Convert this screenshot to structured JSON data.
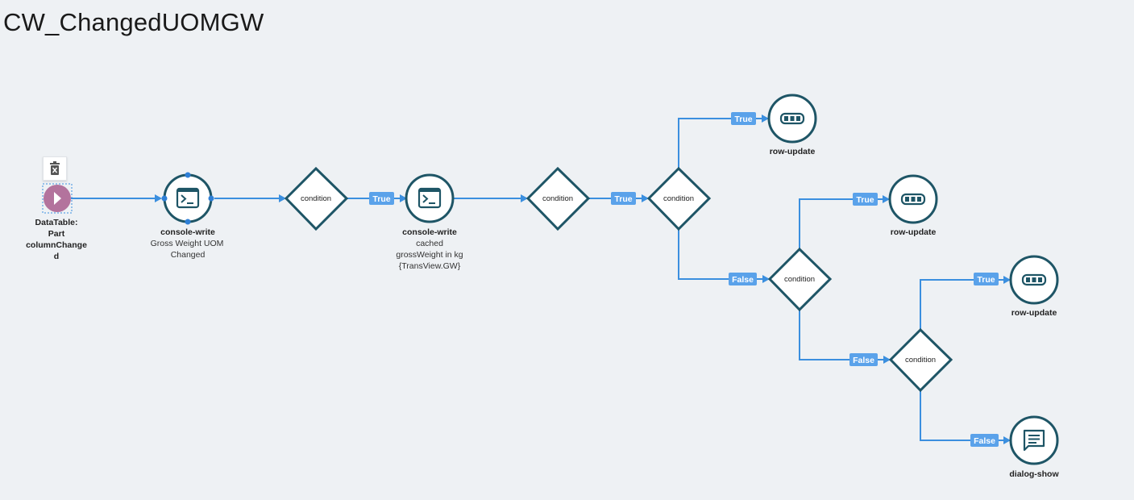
{
  "page": {
    "title": "CW_ChangedUOMGW"
  },
  "colors": {
    "edge": "#3b8fdf",
    "node_stroke": "#1e5566",
    "start_fill": "#b3739d",
    "badge": "#5aa2ea"
  },
  "start": {
    "label_lines": [
      "DataTable:",
      "Part",
      "columnChange",
      "d"
    ],
    "icon": "play-icon",
    "toolbar_icon": "trash-icon"
  },
  "console1": {
    "label": "console-write",
    "sub": [
      "Gross Weight UOM",
      "Changed"
    ],
    "icon": "terminal-icon"
  },
  "console2": {
    "label": "console-write",
    "sub": [
      "cached",
      "grossWeight in kg",
      "{TransView.GW}"
    ],
    "icon": "terminal-icon"
  },
  "conditions": [
    "condition",
    "condition",
    "condition",
    "condition",
    "condition"
  ],
  "badges": [
    "True",
    "True",
    "True",
    "False",
    "True",
    "False",
    "True",
    "False"
  ],
  "row_updates": [
    {
      "label": "row-update",
      "icon": "row-icon"
    },
    {
      "label": "row-update",
      "icon": "row-icon"
    },
    {
      "label": "row-update",
      "icon": "row-icon"
    }
  ],
  "dialog": {
    "label": "dialog-show",
    "icon": "message-icon"
  }
}
